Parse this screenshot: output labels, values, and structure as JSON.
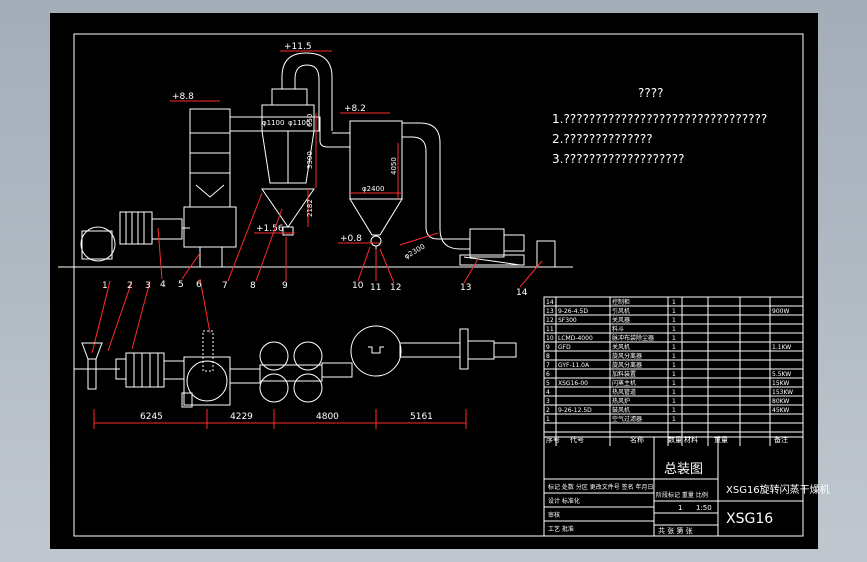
{
  "notes": {
    "title": "????",
    "lines": [
      "1.????????????????????????????????",
      "2.??????????????",
      "3.???????????????????"
    ]
  },
  "elevations": [
    "+11.5",
    "+8.8",
    "+8.2",
    "+1.56",
    "+0.8"
  ],
  "dims_elev": {
    "d1": "φ1100",
    "d2": "φ1100",
    "h1": "650",
    "h2": "3300",
    "h3": "4050",
    "h4": "2182",
    "d3": "φ2400",
    "d4": "φ2300"
  },
  "part_numbers": [
    "1",
    "2",
    "3",
    "4",
    "5",
    "6",
    "7",
    "8",
    "9",
    "10",
    "11",
    "12",
    "13",
    "14"
  ],
  "plan_dims": [
    "6245",
    "4229",
    "4800",
    "5161"
  ],
  "bom_rows": [
    {
      "no": "14",
      "code": "",
      "name": "控制柜",
      "qty": "1",
      "mat": "",
      "note": ""
    },
    {
      "no": "13",
      "code": "9-26-4.5D",
      "name": "引风机",
      "qty": "1",
      "mat": "",
      "note": "900W"
    },
    {
      "no": "12",
      "code": "SF300",
      "name": "关风器",
      "qty": "1",
      "mat": "",
      "note": ""
    },
    {
      "no": "11",
      "code": "",
      "name": "料斗",
      "qty": "1",
      "mat": "",
      "note": ""
    },
    {
      "no": "10",
      "code": "LCMD-4000",
      "name": "脉冲布袋除尘器",
      "qty": "1",
      "mat": "",
      "note": ""
    },
    {
      "no": "9",
      "code": "GFD",
      "name": "关风机",
      "qty": "1",
      "mat": "",
      "note": "1.1KW"
    },
    {
      "no": "8",
      "code": "",
      "name": "旋风分离器",
      "qty": "1",
      "mat": "",
      "note": ""
    },
    {
      "no": "7",
      "code": "GYF-11.0A",
      "name": "旋风分离器",
      "qty": "1",
      "mat": "",
      "note": ""
    },
    {
      "no": "6",
      "code": "",
      "name": "加料装置",
      "qty": "1",
      "mat": "",
      "note": "5.5KW"
    },
    {
      "no": "5",
      "code": "XSG16-00",
      "name": "闪蒸主机",
      "qty": "1",
      "mat": "",
      "note": "15KW"
    },
    {
      "no": "4",
      "code": "",
      "name": "热风管道",
      "qty": "1",
      "mat": "",
      "note": "153KW"
    },
    {
      "no": "3",
      "code": "",
      "name": "热风炉",
      "qty": "1",
      "mat": "",
      "note": "80KW"
    },
    {
      "no": "2",
      "code": "9-26-12.5D",
      "name": "鼓风机",
      "qty": "1",
      "mat": "",
      "note": "45KW"
    },
    {
      "no": "1",
      "code": "",
      "name": "空气过滤器",
      "qty": "1",
      "mat": "",
      "note": ""
    }
  ],
  "bom_header": [
    "序号",
    "代号",
    "名称",
    "数量",
    "材料",
    "重量",
    "备注"
  ],
  "title_block": {
    "drawing_name": "总装图",
    "product_name": "XSG16旋转闪蒸干燥机",
    "drawing_no": "XSG16",
    "scale": "1:50",
    "qty": "1",
    "sheet_label": "共 张 第 张",
    "stage": "阶段标记 重量 比例",
    "rows": [
      "标记 处数 分区 更改文件号 签名 年月日",
      "设计 标准化",
      "审核",
      "工艺 批准"
    ]
  },
  "colors": {
    "background": "#000000",
    "lines": "#ffffff",
    "dims": "#ff2a2a",
    "frame": "#a9b3bd"
  }
}
